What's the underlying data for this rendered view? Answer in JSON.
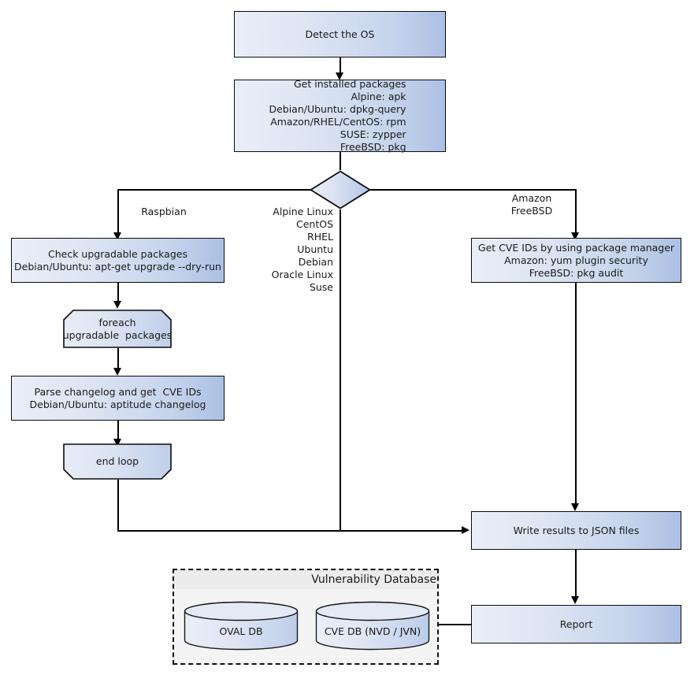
{
  "diagram": {
    "title": "Vulnerability scanning flowchart",
    "colors": {
      "node_fill_light": "#e9eef8",
      "node_fill_dark": "#adc0e4",
      "node_stroke": "#0b0b0b",
      "group_fill": "#f4f4f4",
      "group_title_fill": "#ececec",
      "connector": "#000000"
    },
    "nodes": {
      "detect_os": {
        "label": "Detect the OS"
      },
      "get_installed_packages": {
        "label": "Get installed packages\nAlpine: apk\nDebian/Ubuntu: dpkg-query\nAmazon/RHEL/CentOS: rpm\nSUSE: zypper\nFreeBSD: pkg"
      },
      "decision": {
        "label": ""
      },
      "check_upgradable": {
        "label": "Check upgradable packages\nDebian/Ubuntu: apt-get upgrade --dry-run"
      },
      "foreach_loop": {
        "label": "foreach\nupgradable  packages"
      },
      "parse_changelog": {
        "label": "Parse changelog and get  CVE IDs\nDebian/Ubuntu: aptitude changelog"
      },
      "end_loop": {
        "label": "end loop"
      },
      "get_cve_ids": {
        "label": "Get CVE IDs by using package manager\nAmazon: yum plugin security\nFreeBSD: pkg audit"
      },
      "write_results": {
        "label": "Write results to JSON files"
      },
      "report": {
        "label": "Report"
      }
    },
    "edge_labels": {
      "raspbian": "Raspbian",
      "center_os_list": "Alpine Linux\nCentOS\nRHEL\nUbuntu\nDebian\nOracle Linux\nSuse",
      "amazon_freebsd": "Amazon\nFreeBSD"
    },
    "group": {
      "title": "Vulnerability Database",
      "databases": [
        {
          "label": "OVAL DB"
        },
        {
          "label": "CVE DB (NVD / JVN)"
        }
      ]
    }
  }
}
